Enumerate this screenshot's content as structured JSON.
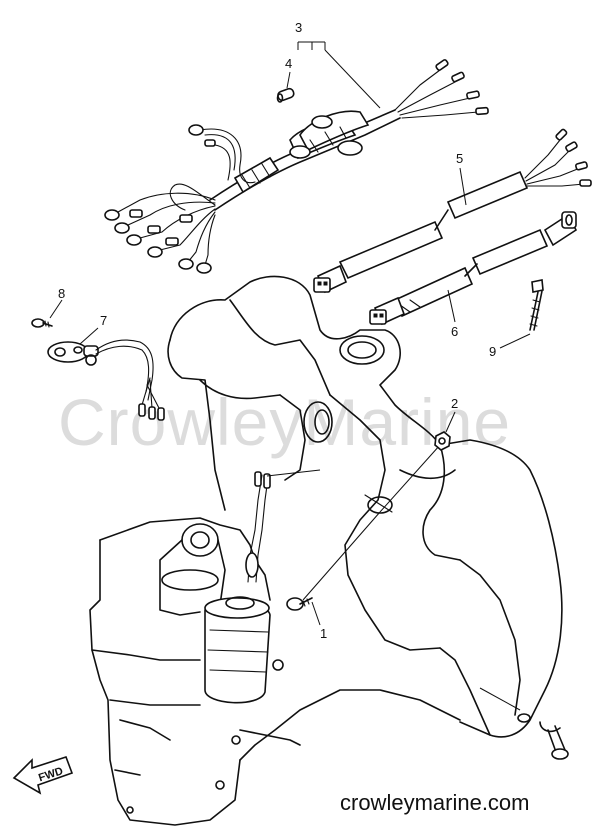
{
  "watermark": "CrowleyMarine",
  "footer": "crowleymarine.com",
  "direction_label": "FWD",
  "callouts": [
    "1",
    "2",
    "3",
    "4",
    "5",
    "6",
    "7",
    "8",
    "9"
  ]
}
